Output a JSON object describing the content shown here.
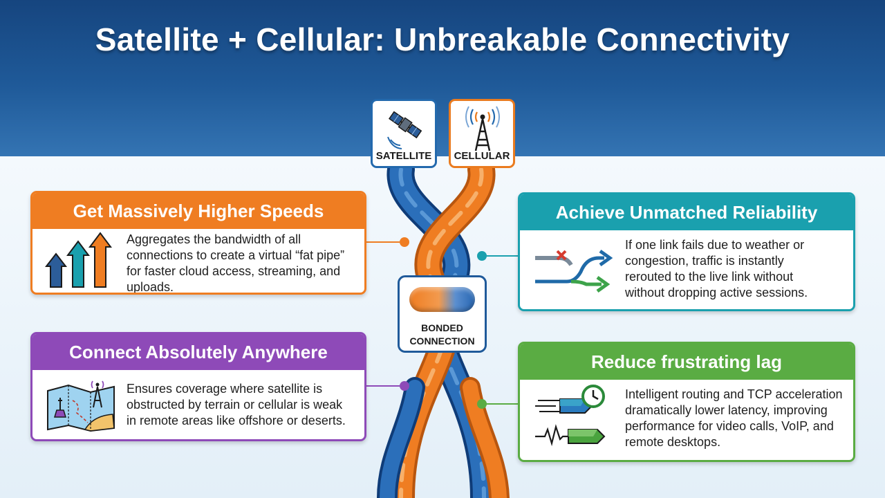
{
  "title": "Satellite + Cellular: Unbreakable Connectivity",
  "colors": {
    "header_blue": "#1f5a99",
    "satellite_blue": "#2369ad",
    "cellular_orange": "#ef7d22",
    "speed_orange": "#ef7d22",
    "anywhere_purple": "#8e4ab8",
    "reliability_teal": "#1aa0ae",
    "lag_green": "#5aac43"
  },
  "sources": {
    "satellite": {
      "label": "SATELLITE",
      "icon": "satellite-icon"
    },
    "cellular": {
      "label": "CELLULAR",
      "icon": "cell-tower-icon"
    }
  },
  "hub": {
    "line1": "BONDED",
    "line2": "CONNECTION",
    "icon": "bonded-pill-icon"
  },
  "benefits": {
    "speed": {
      "title": "Get Massively Higher Speeds",
      "lines": [
        "Aggregates the bandwidth of all",
        "connections to create a virtual “fat pipe”",
        "for faster cloud access, streaming, and",
        "uploads."
      ],
      "icon": "speed-arrows-icon"
    },
    "anywhere": {
      "title": "Connect Absolutely Anywhere",
      "lines": [
        "Ensures coverage where satellite is",
        "obstructed by terrain or cellular is weak",
        "in remote areas like offshore or deserts."
      ],
      "icon": "map-coverage-icon"
    },
    "reliability": {
      "title": "Achieve Unmatched Reliability",
      "lines": [
        "If one link fails due to weather or",
        "congestion, traffic is instantly",
        "rerouted to the live link without",
        "without dropping active sessions."
      ],
      "icon": "failover-arrows-icon"
    },
    "lag": {
      "title": "Reduce frustrating lag",
      "lines": [
        "Intelligent routing and TCP acceleration",
        "dramatically lower latency, improving",
        "performance for video calls, VoIP, and",
        "remote desktops."
      ],
      "icon": "low-latency-icon"
    }
  }
}
